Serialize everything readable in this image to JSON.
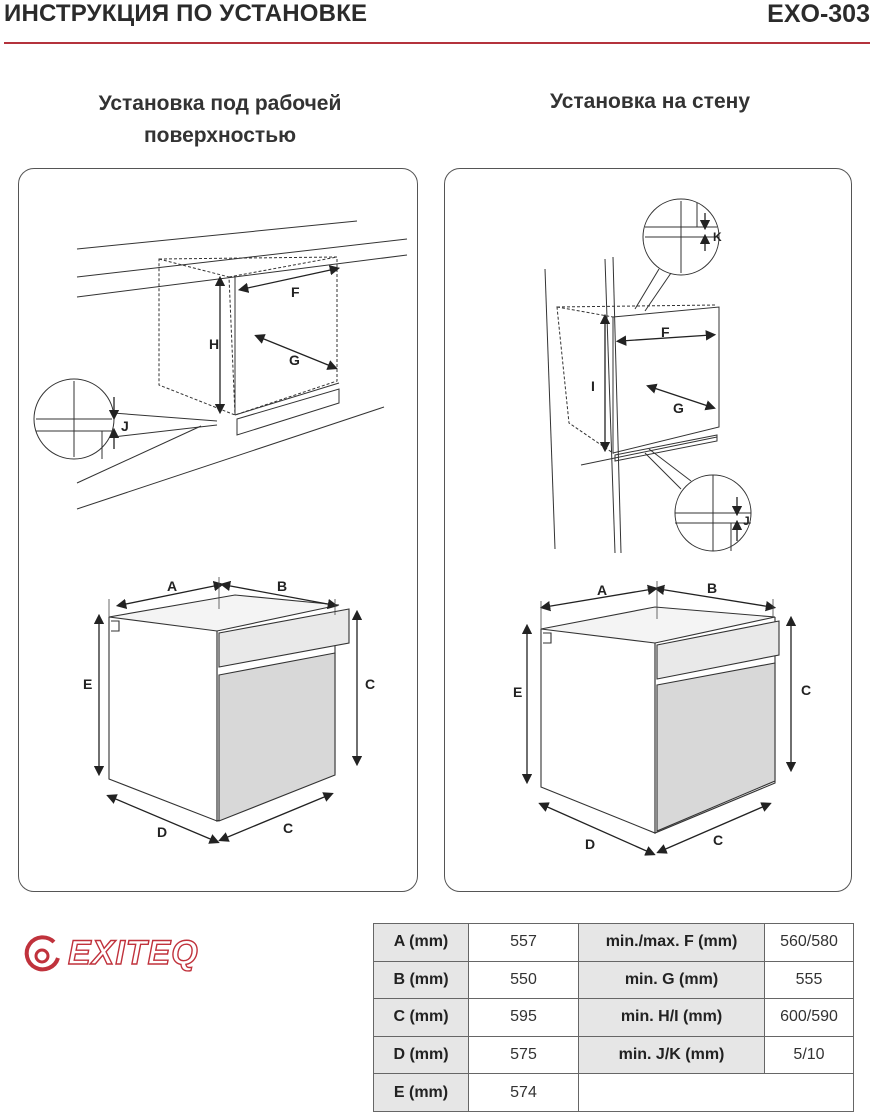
{
  "header": {
    "title": "ИНСТРУКЦИЯ ПО УСТАНОВКЕ",
    "model": "EXO-303",
    "accent_color": "#b4323c"
  },
  "sections": {
    "under_counter": {
      "title_line1": "Установка под рабочей",
      "title_line2": "поверхностью"
    },
    "wall": {
      "title": "Установка на стену"
    }
  },
  "diagram_labels": {
    "F": "F",
    "G": "G",
    "H": "H",
    "I": "I",
    "J": "J",
    "K": "K",
    "A": "A",
    "B": "B",
    "C": "C",
    "D": "D",
    "E": "E"
  },
  "logo": {
    "text": "EXITEQ",
    "icon": "exiteq-logo-icon",
    "color": "#c0323c"
  },
  "spec_table": {
    "rows": [
      {
        "label": "A (mm)",
        "value": "557",
        "label2": "min./max. F (mm)",
        "value2": "560/580"
      },
      {
        "label": "B (mm)",
        "value": "550",
        "label2": "min. G (mm)",
        "value2": "555"
      },
      {
        "label": "C (mm)",
        "value": "595",
        "label2": "min. H/I (mm)",
        "value2": "600/590"
      },
      {
        "label": "D (mm)",
        "value": "575",
        "label2": "min. J/K (mm)",
        "value2": "5/10"
      },
      {
        "label": "E (mm)",
        "value": "574",
        "label2": "",
        "value2": ""
      }
    ]
  }
}
